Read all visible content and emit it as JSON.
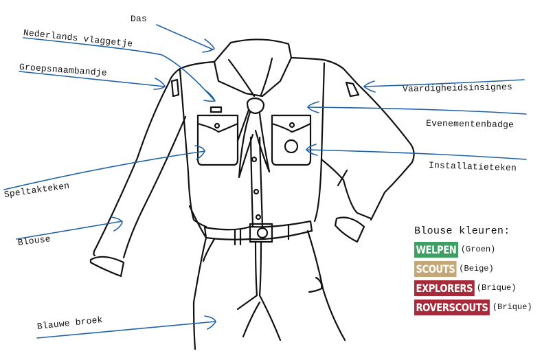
{
  "labels": {
    "das": "Das",
    "nederlands_vlaggetje": "Nederlands vlaggetje",
    "groepsnaambandje": "Groepsnaambandje",
    "vaardigheidsinsignes": "Vaardigheidsinsignes",
    "evenementenbadge": "Evenementenbadge",
    "installatieteken": "Installatieteken",
    "speltakteken": "Speltakteken",
    "blouse": "Blouse",
    "blauwe_broek": "Blauwe broek"
  },
  "legend": {
    "title": "Blouse kleuren:",
    "items": [
      {
        "name": "WELPEN",
        "color_name": "(Groen)",
        "color": "#3f9e63"
      },
      {
        "name": "SCOUTS",
        "color_name": "(Beige)",
        "color": "#c4a777"
      },
      {
        "name": "EXPLORERS",
        "color_name": "(Brique)",
        "color": "#a62a3a"
      },
      {
        "name": "ROVERSCOUTS",
        "color_name": "(Brique)",
        "color": "#a62a3a"
      }
    ]
  },
  "colors": {
    "arrow": "#1f62a8",
    "outline": "#111111"
  }
}
